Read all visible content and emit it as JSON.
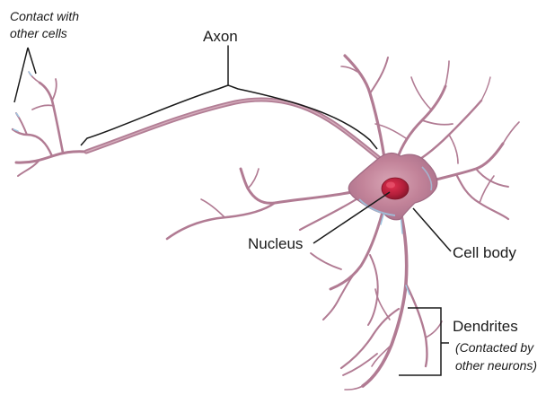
{
  "labels": {
    "contact_line1": "Contact with",
    "contact_line2": "other cells",
    "axon": "Axon",
    "nucleus": "Nucleus",
    "cell_body": "Cell body",
    "dendrites": "Dendrites",
    "contacted_line1": "(Contacted by",
    "contacted_line2": "other neurons)"
  },
  "colors": {
    "membrane": "#b07a92",
    "membrane_dark": "#8a4f6a",
    "cell_body": "#c4889f",
    "highlight": "#9ecbe6",
    "nucleus": "#b3203a",
    "label_line": "#1a1a1a"
  }
}
